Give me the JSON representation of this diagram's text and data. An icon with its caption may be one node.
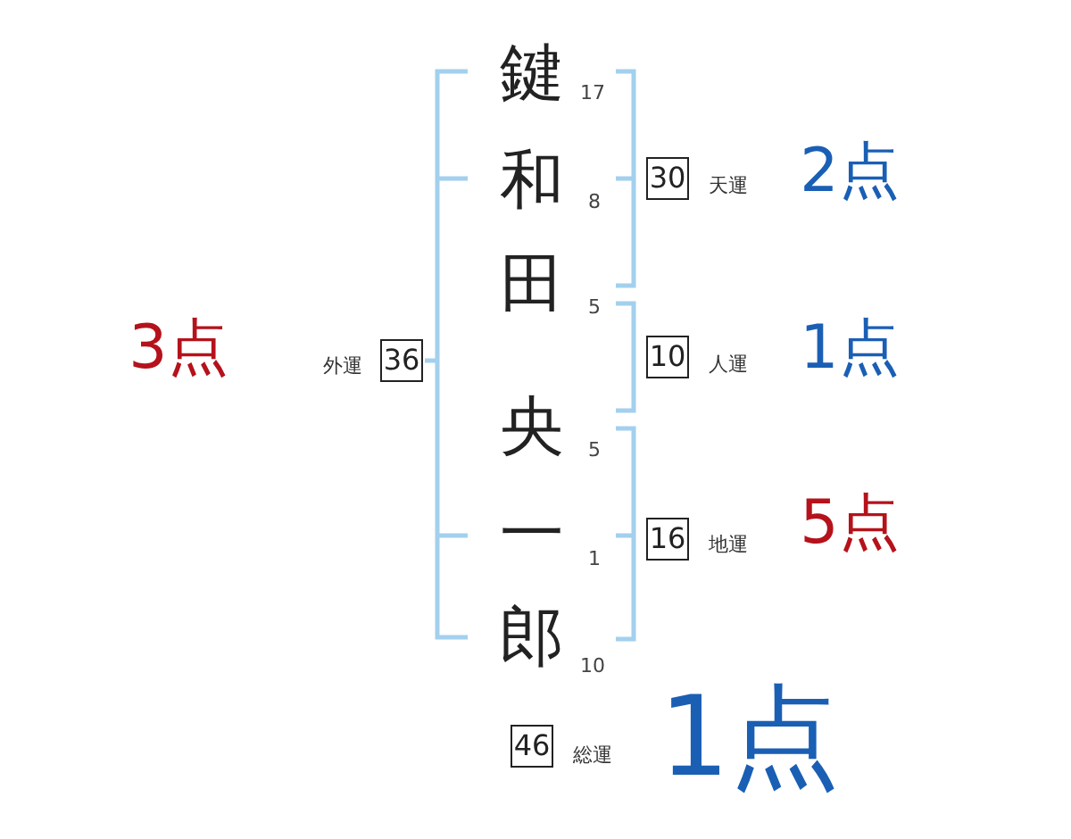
{
  "diagram": {
    "nodes": [
      {
        "text": [
          "30"
        ],
        "beside": [
          "天運",
          "2点"
        ]
      },
      {
        "text": [
          "36"
        ],
        "beside": [
          "外運",
          "3点"
        ]
      },
      {
        "text": [
          "10"
        ],
        "beside": [
          "人運",
          "1点"
        ]
      },
      {
        "text": [
          "16"
        ],
        "beside": [
          "地運",
          "5点"
        ]
      },
      {
        "text": [
          "46"
        ],
        "beside": [
          "総運",
          "1点"
        ]
      }
    ],
    "labels": [
      "鍵",
      "17",
      "和",
      "8",
      "田",
      "5",
      "央",
      "5",
      "一",
      "1",
      "郎",
      "10"
    ]
  }
}
